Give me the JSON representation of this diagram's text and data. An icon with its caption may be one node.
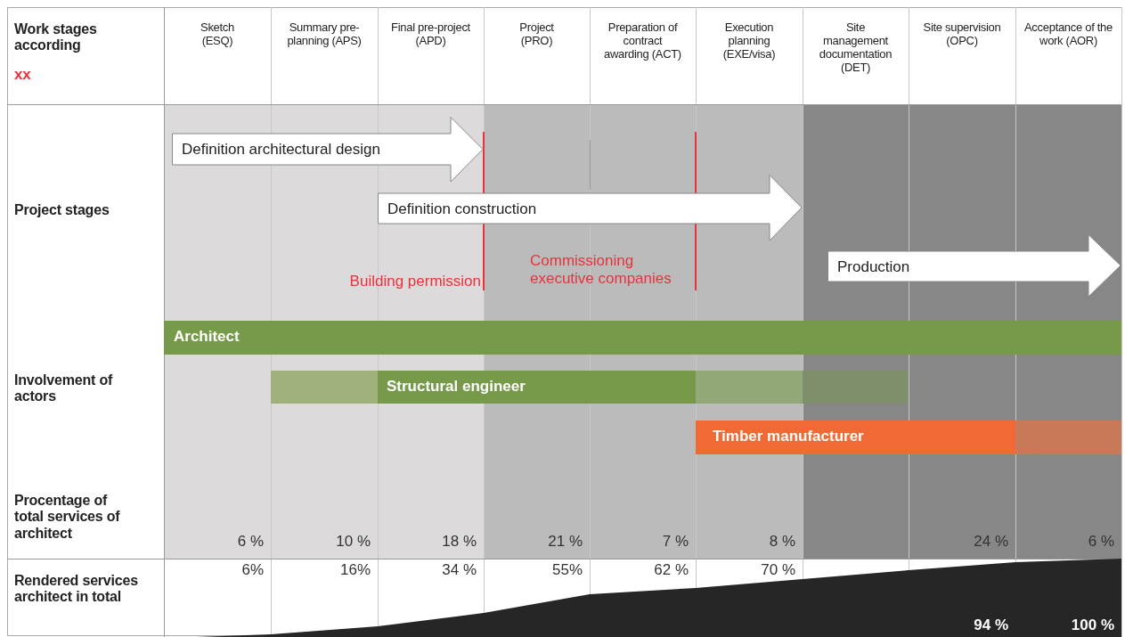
{
  "diagram": {
    "nodes": [
      {
        "text": [
          "Definition architectural design"
        ]
      },
      {
        "text": [
          "Definition construction"
        ]
      },
      {
        "text": [
          "Production"
        ]
      },
      {
        "text": [
          "Architect"
        ]
      },
      {
        "text": [
          "Structural engineer"
        ]
      },
      {
        "text": [
          "Timber manufacturer"
        ]
      }
    ],
    "edges": [],
    "labels": [
      "Work stages according",
      "xx",
      "Sketch (ESQ)",
      "Summary pre-planning (APS)",
      "Final pre-project (APD)",
      "Project (PRO)",
      "Preparation of contract awarding (ACT)",
      "Execution planning (EXE/visa)",
      "Site management documentation (DET)",
      "Site supervision (OPC)",
      "Acceptance of the work (AOR)",
      "Project stages",
      "Building permission",
      "Commissioning executive companies",
      "Involvement of actors",
      "Procentage of total services of architect",
      "6 %",
      "10 %",
      "18 %",
      "21 %",
      "7 %",
      "8 %",
      "24 %",
      "6 %",
      "Rendered services architect in total",
      "6%",
      "16%",
      "34 %",
      "55%",
      "62 %",
      "70 %",
      "94 %",
      "100 %"
    ]
  }
}
